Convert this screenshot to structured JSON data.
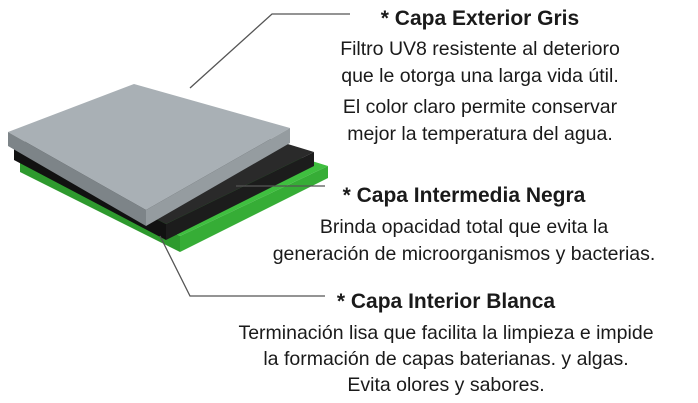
{
  "colors": {
    "gray_layer": "#a9b0b5",
    "gray_layer_edge": "#7d8488",
    "black_layer": "#1c1c1c",
    "green_layer": "#3fbf3f",
    "leader_line": "#555555"
  },
  "layers": {
    "gris": {
      "title": "* Capa Exterior Gris",
      "lines": [
        "Filtro UV8 resistente al deterioro",
        "que le otorga una larga vida útil.",
        "El color claro permite conservar",
        "mejor la temperatura del agua."
      ]
    },
    "negra": {
      "title": "* Capa Intermedia Negra",
      "lines": [
        "Brinda opacidad total que evita la",
        "generación de microorganismos y bacterias."
      ]
    },
    "blanca": {
      "title": "* Capa Interior Blanca",
      "lines": [
        "Terminación lisa que facilita la limpieza e impide",
        "la formación de capas baterianas. y algas.",
        "Evita olores y sabores."
      ]
    }
  }
}
